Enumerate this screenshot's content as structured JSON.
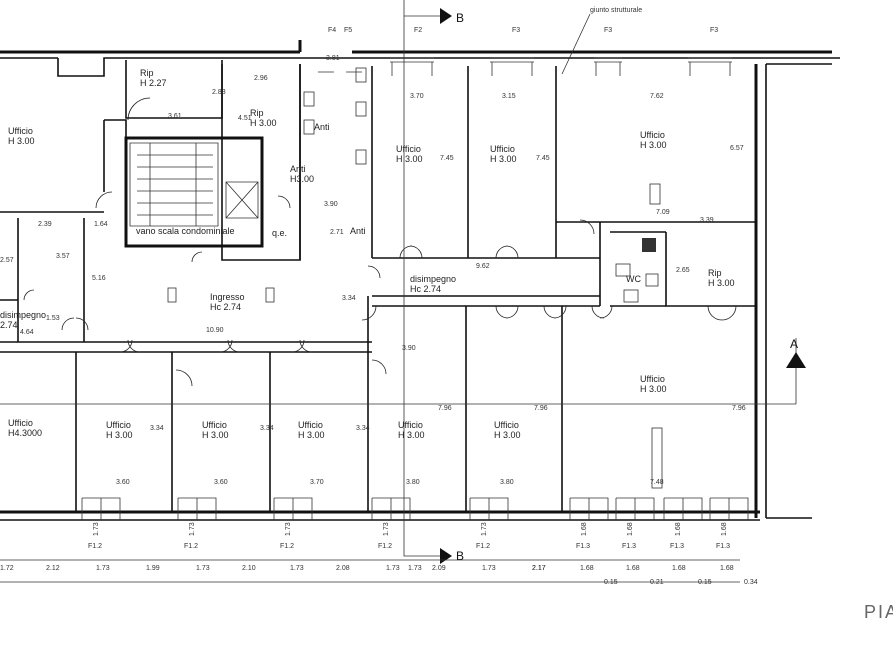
{
  "plan": {
    "sheet_label": "PIA",
    "section_marks": {
      "b": "B",
      "a": "A"
    },
    "note": "giunto strutturale",
    "room_labels": [
      {
        "id": "uff-tl",
        "l1": "Ufficio",
        "l2": "H 3.00"
      },
      {
        "id": "rip-1",
        "l1": "Rip",
        "l2": "H 2.27"
      },
      {
        "id": "rip-2",
        "l1": "Rip",
        "l2": "H 3.00"
      },
      {
        "id": "uff-f2",
        "l1": "Ufficio",
        "l2": "H 3.00"
      },
      {
        "id": "uff-f3",
        "l1": "Ufficio",
        "l2": "H 3.00"
      },
      {
        "id": "uff-big",
        "l1": "Ufficio",
        "l2": "H 3.00"
      },
      {
        "id": "anti-1",
        "l1": "Anti",
        "l2": "H3.00"
      },
      {
        "id": "anti-2",
        "l1": "Anti",
        "l2": ""
      },
      {
        "id": "anti-3",
        "l1": "Anti",
        "l2": ""
      },
      {
        "id": "vano",
        "l1": "vano scala condominiale",
        "l2": ""
      },
      {
        "id": "qe",
        "l1": "q.e.",
        "l2": ""
      },
      {
        "id": "ingresso",
        "l1": "Ingresso",
        "l2": "Hc 2.74"
      },
      {
        "id": "disimp-1",
        "l1": "disimpegno",
        "l2": "Hc 2.74"
      },
      {
        "id": "disimp-2",
        "l1": "disimpegno",
        "l2": "2.74"
      },
      {
        "id": "rip-3",
        "l1": "Rip",
        "l2": "H 3.00"
      },
      {
        "id": "wc",
        "l1": "WC",
        "l2": ""
      },
      {
        "id": "uff-r",
        "l1": "Ufficio",
        "l2": "H 3.00"
      },
      {
        "id": "uff-b1",
        "l1": "Ufficio",
        "l2": "H4.3000"
      },
      {
        "id": "uff-b2",
        "l1": "Ufficio",
        "l2": "H 3.00"
      },
      {
        "id": "uff-b3",
        "l1": "Ufficio",
        "l2": "H 3.00"
      },
      {
        "id": "uff-b4",
        "l1": "Ufficio",
        "l2": "H 3.00"
      },
      {
        "id": "uff-b5",
        "l1": "Ufficio",
        "l2": "H 3.00"
      },
      {
        "id": "uff-b6",
        "l1": "Ufficio",
        "l2": "H 3.00"
      }
    ],
    "top_window_labels": [
      "F4",
      "F5",
      "F2",
      "F3",
      "F3",
      "F3"
    ],
    "bottom_window_labels": [
      "F1.2",
      "F1.2",
      "F1.2",
      "F1.2",
      "F1.2",
      "F1.3",
      "F1.3",
      "F1.3",
      "F1.3"
    ],
    "bottom_window_sublabels": [
      "1.73",
      "1.73",
      "1.73",
      "1.73",
      "1.73",
      "1.68",
      "1.68",
      "1.68",
      "1.68"
    ],
    "dims": [
      "2.96",
      "3.61",
      "2.83",
      "4.51",
      "3.70",
      "3.15",
      "7.62",
      "7.45",
      "7.45",
      "6.57",
      "7.09",
      "3.39",
      "1.64",
      "2.39",
      "3.57",
      "5.16",
      "1.53",
      "4.64",
      "10.90",
      "3.34",
      "9.62",
      "3.90",
      "3.81",
      "2.17",
      "1.73",
      "2.65",
      "7.96",
      "7.96",
      "7.96",
      "3.34",
      "3.34",
      "3.34",
      "3.60",
      "3.60",
      "3.70",
      "3.80",
      "3.80",
      "7.48",
      "2.71",
      "3.90",
      "2.57"
    ],
    "bottom_dims": [
      "1.72",
      "2.12",
      "1.73",
      "1.99",
      "1.73",
      "2.10",
      "1.73",
      "2.08",
      "1.73",
      "2.09",
      "1.73",
      "2.17",
      "1.68",
      "1.68",
      "1.68",
      "1.68"
    ],
    "bottom_dims_2": [
      "0.15",
      "0.21",
      "0.15",
      "0.34"
    ]
  }
}
